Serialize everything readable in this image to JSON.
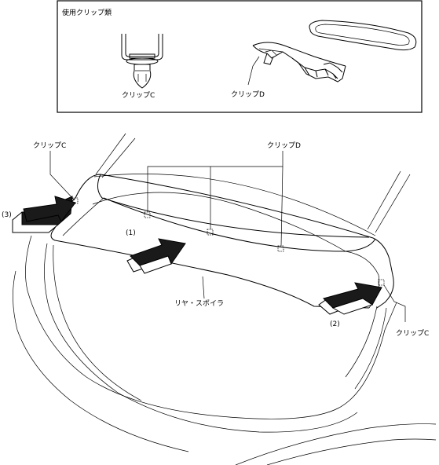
{
  "legend": {
    "title": "使用クリップ類",
    "clip_c_label": "クリップC",
    "clip_d_label": "クリップD"
  },
  "callouts": {
    "clip_c_top_left": "クリップC",
    "clip_d_top": "クリップD",
    "clip_c_right": "クリップC",
    "part_name": "リヤ・スポイラ",
    "step_1": "(1)",
    "step_2": "(2)",
    "step_3": "(3)"
  }
}
